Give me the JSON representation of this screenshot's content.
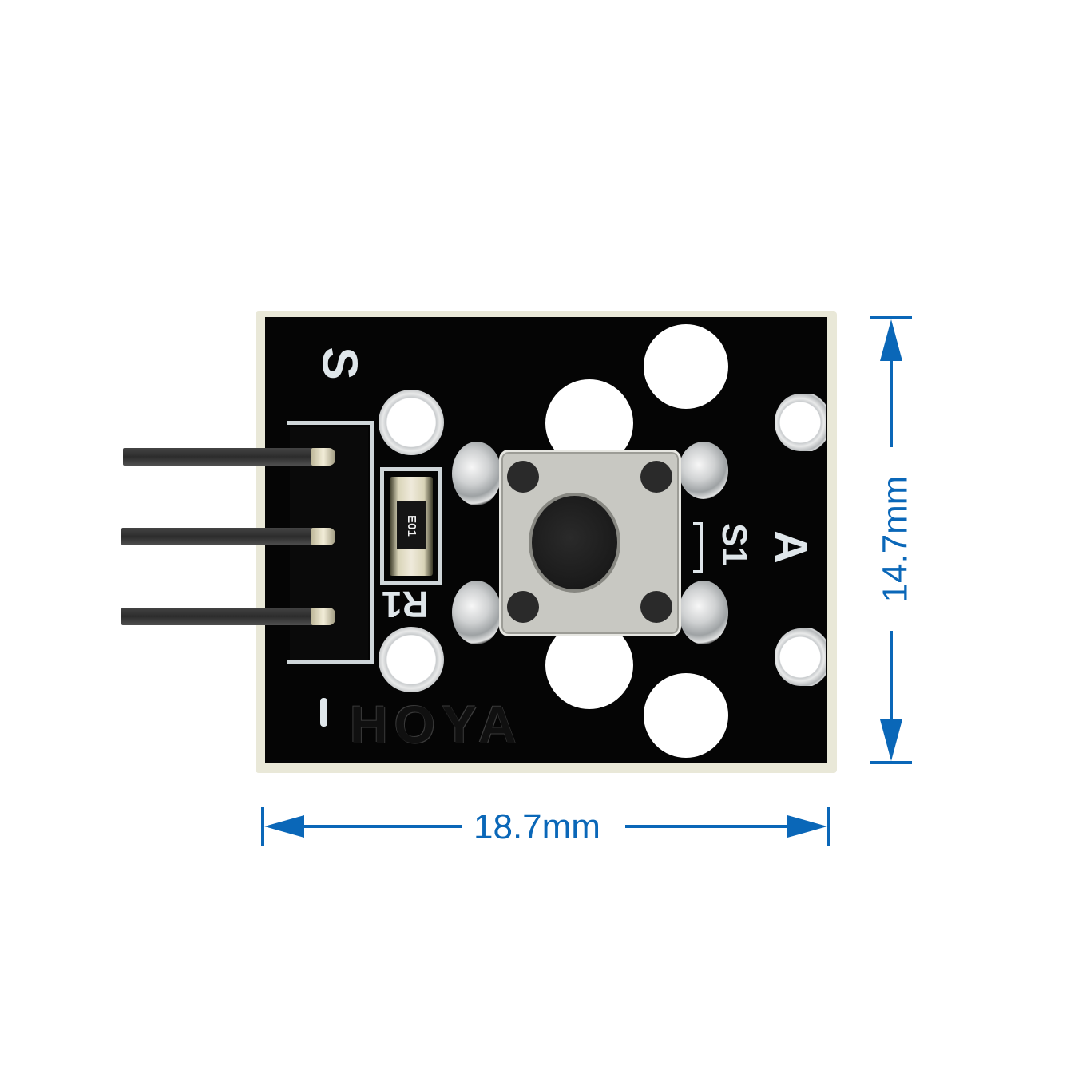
{
  "product": {
    "name": "Push button switch module",
    "brand_marking": "HOYA"
  },
  "silkscreen": {
    "pin_signal": "S",
    "pin_ground": "-",
    "resistor_ref": "R1",
    "resistor_code": "E01",
    "switch_ref": "S1",
    "switch_side_mark": "A"
  },
  "dimensions": {
    "width_label": "18.7mm",
    "height_label": "14.7mm",
    "color": "#0a67b8"
  },
  "colors": {
    "pcb": "#050505",
    "pcb_edge": "#e9e8d8",
    "silkscreen": "#dfe6ea",
    "button_body": "#c8c8c2",
    "button_cap": "#1a1a1a",
    "background": "#ffffff"
  },
  "header_pins": {
    "count": 3
  }
}
